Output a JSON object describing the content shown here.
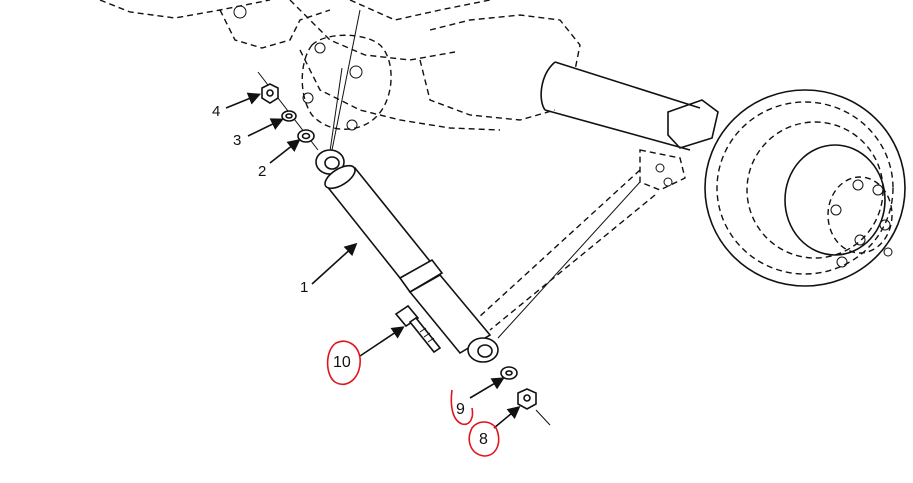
{
  "callouts": [
    {
      "id": "1",
      "label": "1",
      "circled": false
    },
    {
      "id": "2",
      "label": "2",
      "circled": false
    },
    {
      "id": "3",
      "label": "3",
      "circled": false
    },
    {
      "id": "4",
      "label": "4",
      "circled": false
    },
    {
      "id": "8",
      "label": "8",
      "circled": true
    },
    {
      "id": "9",
      "label": "9",
      "circled": true
    },
    {
      "id": "10",
      "label": "10",
      "circled": true
    }
  ],
  "colors": {
    "ink": "#111111",
    "annotation_red": "#e0161e",
    "background": "#ffffff"
  }
}
